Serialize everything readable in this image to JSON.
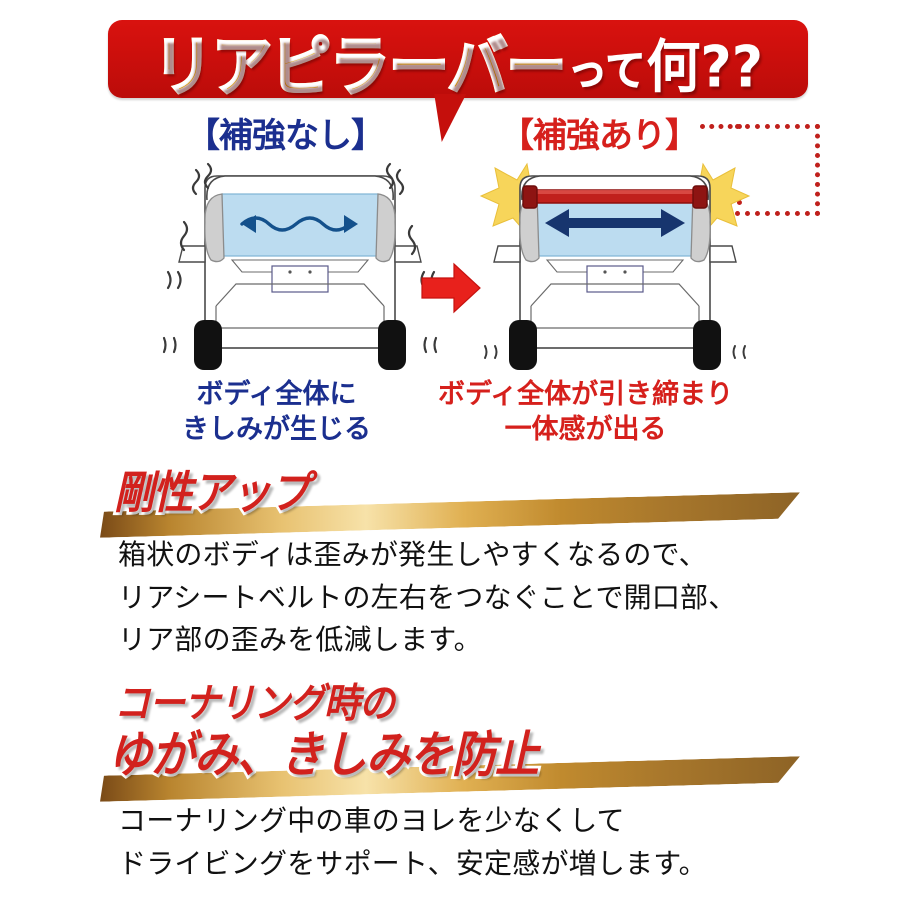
{
  "title": {
    "main": "リアピラーバー",
    "particle": "って",
    "question": "何??",
    "full": "リアピラーバーって何??",
    "banner_color": "#cc0f0c",
    "text_color": "#ffd21a"
  },
  "comparison": {
    "left": {
      "label": "【補強なし】",
      "label_color": "#1b2f8f",
      "caption_line1": "ボディ全体に",
      "caption_line2": "きしみが生じる",
      "caption_color": "#1b2f8f",
      "arrow_style": "wavy",
      "window_color": "#bcdcf0"
    },
    "right": {
      "label": "【補強あり】",
      "label_color": "#d6201c",
      "caption_line1": "ボディ全体が引き締まり",
      "caption_line2": "一体感が出る",
      "caption_color": "#d6201c",
      "arrow_style": "straight",
      "bar_color": "#c0201c",
      "window_color": "#bcdcf0"
    },
    "transition_icon": "red-right-arrow",
    "callout_icon": "dotted-zoom-box"
  },
  "sections": [
    {
      "heading_line1": "剛性アップ",
      "heading_line2": "",
      "heading_color": "#d2211d",
      "banner_color": "#e0b052",
      "body": "箱状のボディは歪みが発生しやすくなるので、\nリアシートベルトの左右をつなぐことで開口部、\nリア部の歪みを低減します。"
    },
    {
      "heading_line1": "コーナリング時の",
      "heading_line2": "ゆがみ、きしみを防止",
      "heading_color": "#d2211d",
      "banner_color": "#e0b052",
      "body": "コーナリング中の車のヨレを少なくして\nドライビングをサポート、安定感が増します。"
    }
  ]
}
